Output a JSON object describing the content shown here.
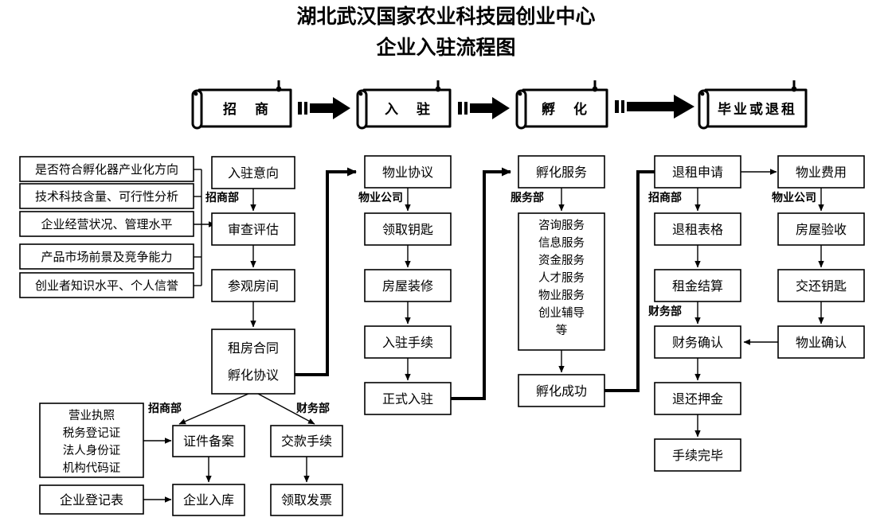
{
  "title": {
    "line1": "湖北武汉国家农业科技园创业中心",
    "line2": "企业入驻流程图"
  },
  "stages": [
    {
      "label": "招　商"
    },
    {
      "label": "入　驻"
    },
    {
      "label": "孵　化"
    },
    {
      "label": "毕业或退租"
    }
  ],
  "criteria": {
    "items": [
      "是否符合孵化器产业化方向",
      "技术科技含量、可行性分析",
      "企业经营状况、管理水平",
      "产品市场前景及竞争能力",
      "创业者知识水平、个人信誉"
    ]
  },
  "columns": {
    "recruit": {
      "dept": "招商部",
      "steps": [
        "入驻意向",
        "审查评估",
        "参观房间"
      ],
      "contract": {
        "line1": "租房合同",
        "line2": "孵化协议"
      }
    },
    "move_in": {
      "dept": "物业公司",
      "steps": [
        "物业协议",
        "领取钥匙",
        "房屋装修",
        "入驻手续",
        "正式入驻"
      ]
    },
    "incubate": {
      "dept": "服务部",
      "head": "孵化服务",
      "services": [
        "咨询服务",
        "信息服务",
        "资金服务",
        "人才服务",
        "物业服务",
        "创业辅导",
        "等"
      ],
      "tail": "孵化成功"
    },
    "exit_left": {
      "dept1": "招商部",
      "dept2": "财务部",
      "steps": [
        "退租申请",
        "退租表格",
        "租金结算",
        "财务确认",
        "退还押金",
        "手续完毕"
      ]
    },
    "exit_right": {
      "dept": "物业公司",
      "steps": [
        "物业费用",
        "房屋验收",
        "交还钥匙",
        "物业确认"
      ]
    }
  },
  "bottom": {
    "dept_left": "招商部",
    "dept_right": "财务部",
    "documents": [
      "营业执照",
      "税务登记证",
      "法人身份证",
      "机构代码证"
    ],
    "registration_form": "企业登记表",
    "left_steps": [
      "证件备案",
      "企业入库"
    ],
    "right_steps": [
      "交款手续",
      "领取发票"
    ]
  },
  "colors": {
    "stroke": "#000000",
    "background": "#ffffff"
  }
}
